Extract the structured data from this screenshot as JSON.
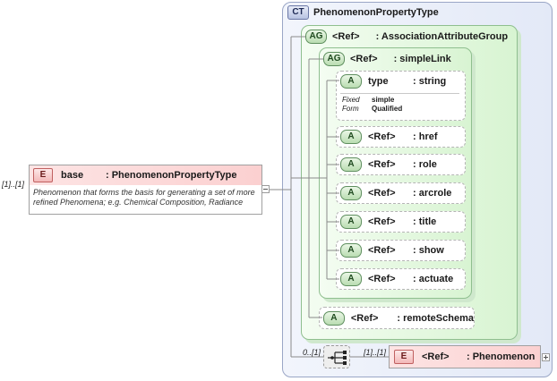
{
  "complex_type": {
    "badge": "CT",
    "name": "PhenomenonPropertyType"
  },
  "attribute_group": {
    "badge": "AG",
    "ref": "<Ref>",
    "name": ": AssociationAttributeGroup"
  },
  "simple_link": {
    "badge": "AG",
    "ref": "<Ref>",
    "name": ": simpleLink"
  },
  "type_attr": {
    "badge": "A",
    "name": "type",
    "type": ": string",
    "fixed_label": "Fixed",
    "fixed_value": "simple",
    "form_label": "Form",
    "form_value": "Qualified"
  },
  "attributes": [
    {
      "badge": "A",
      "ref": "<Ref>",
      "name": ": href"
    },
    {
      "badge": "A",
      "ref": "<Ref>",
      "name": ": role"
    },
    {
      "badge": "A",
      "ref": "<Ref>",
      "name": ": arcrole"
    },
    {
      "badge": "A",
      "ref": "<Ref>",
      "name": ": title"
    },
    {
      "badge": "A",
      "ref": "<Ref>",
      "name": ": show"
    },
    {
      "badge": "A",
      "ref": "<Ref>",
      "name": ": actuate"
    }
  ],
  "remote_schema": {
    "badge": "A",
    "ref": "<Ref>",
    "name": ": remoteSchema"
  },
  "base_element": {
    "cardinality": "[1]..[1]",
    "badge": "E",
    "name": "base",
    "type": ": PhenomenonPropertyType",
    "documentation": "Phenomenon that forms the basis for generating a set of more refined Phenomena; e.g. Chemical Composition, Radiance"
  },
  "sequence": {
    "cardinality": "0..[1]"
  },
  "phenomenon_element": {
    "cardinality": "[1]..[1]",
    "badge": "E",
    "ref": "<Ref>",
    "name": ": Phenomenon"
  }
}
